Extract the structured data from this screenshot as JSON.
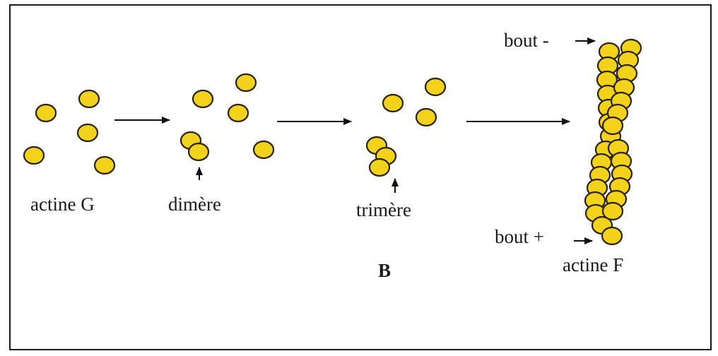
{
  "labels": {
    "actine_g": "actine G",
    "dimere": "dimère",
    "trimere": "trimère",
    "panel": "B",
    "bout_minus": "bout -",
    "bout_plus": "bout +",
    "actine_f": "actine F"
  },
  "colors": {
    "monomer_fill": "#f2d21a",
    "monomer_stroke": "#2a2200",
    "line": "#111111",
    "border": "#1a1a1a"
  }
}
